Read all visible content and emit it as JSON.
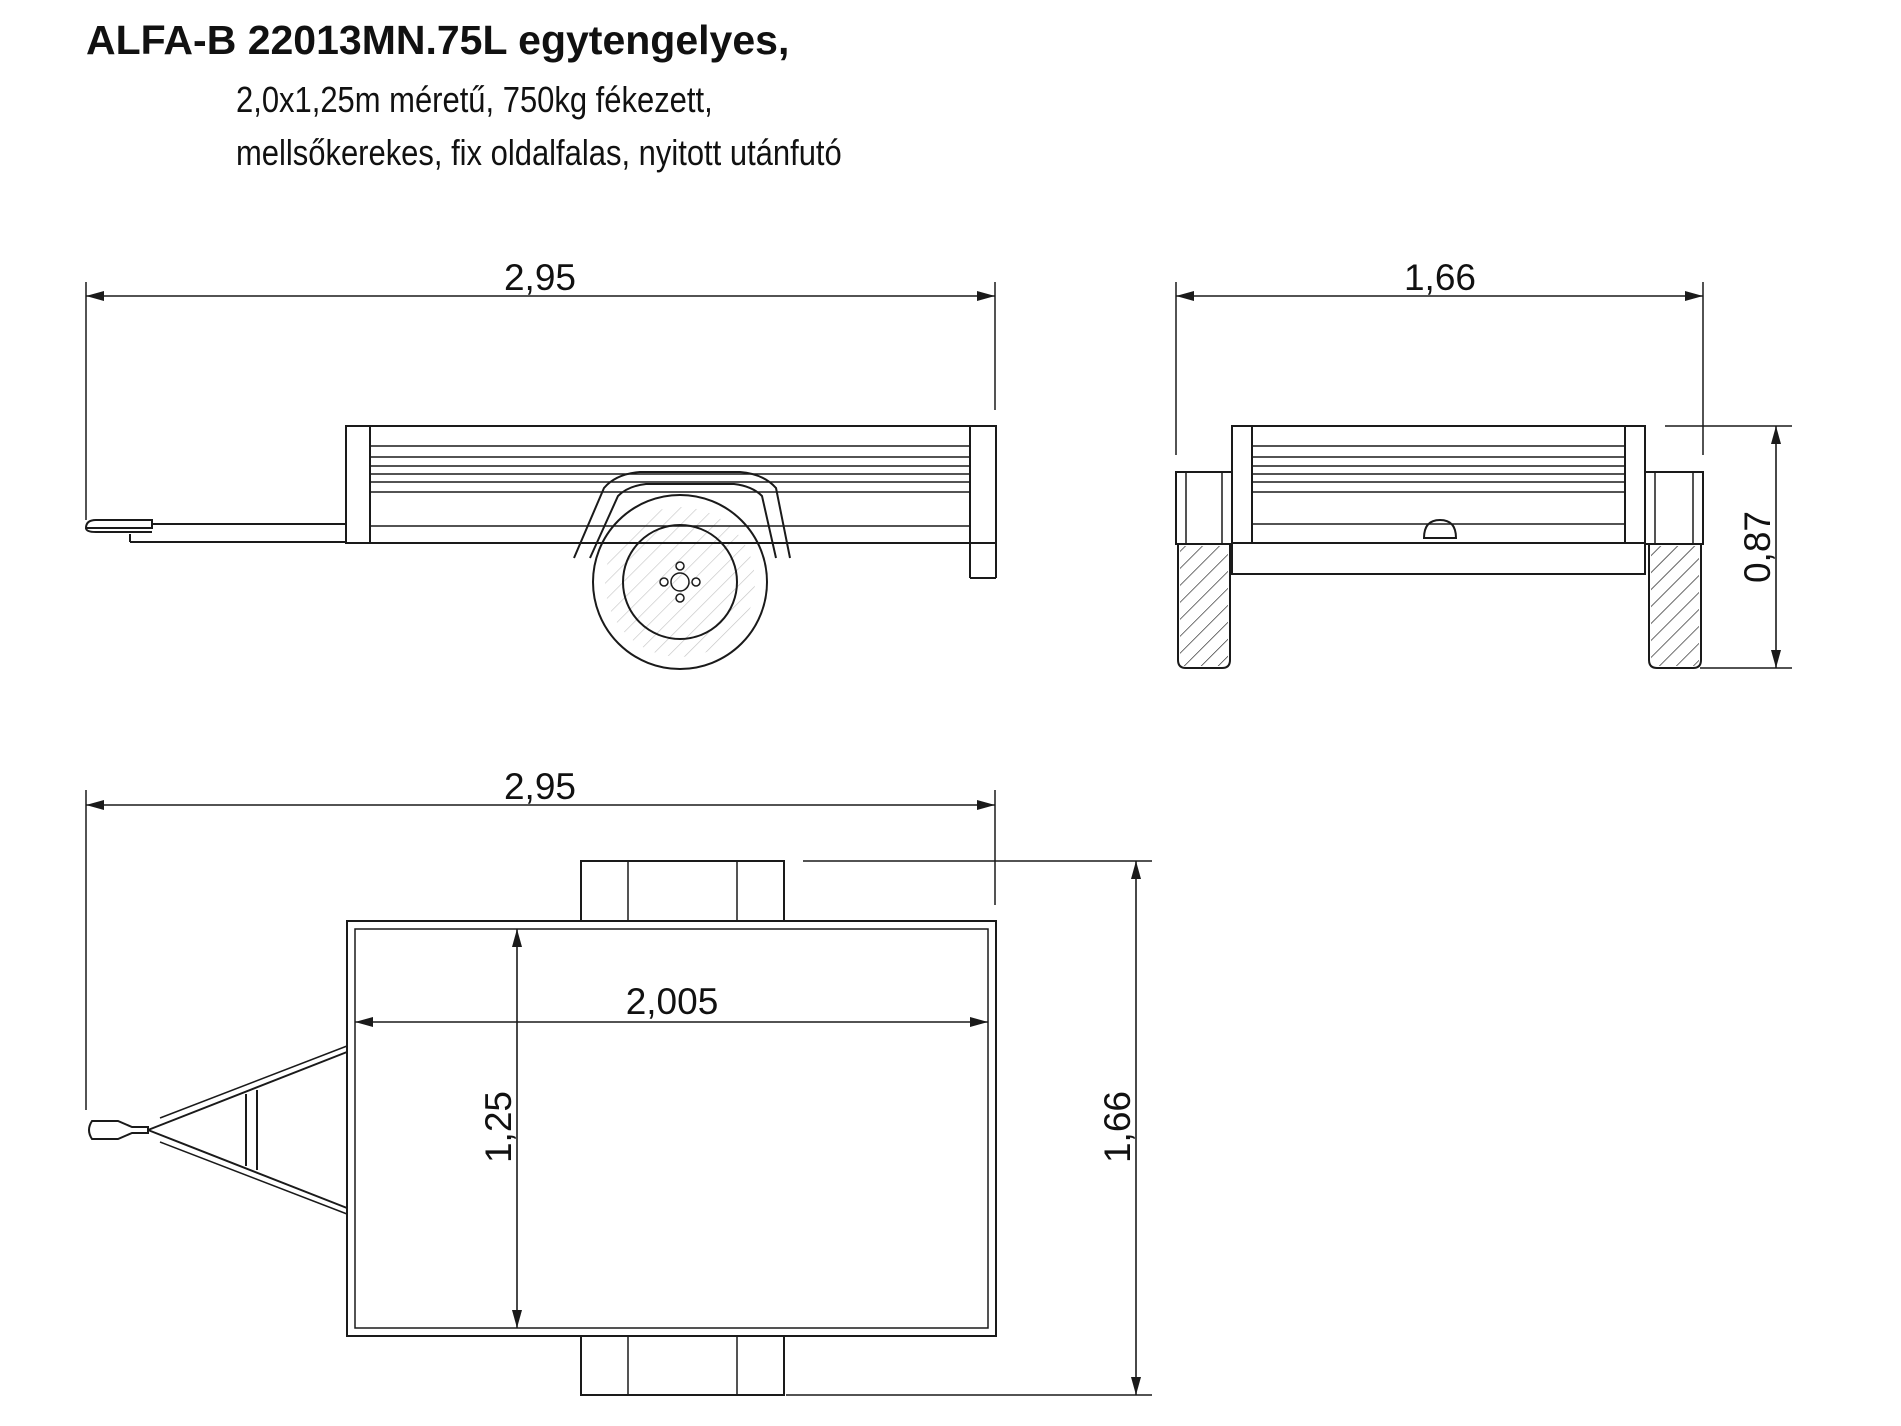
{
  "header": {
    "title": "ALFA-B 22013MN.75L egytengelyes,",
    "subtitle_line1": "2,0x1,25m méretű, 750kg fékezett,",
    "subtitle_line2": "mellsőkerekes, fix oldalfalas, nyitott utánfutó"
  },
  "side_view": {
    "length_label": "2,95"
  },
  "rear_view": {
    "width_label": "1,66",
    "height_label": "0,87"
  },
  "top_view": {
    "length_label": "2,95",
    "inner_length_label": "2,005",
    "inner_width_label": "1,25",
    "overall_width_label": "1,66"
  }
}
